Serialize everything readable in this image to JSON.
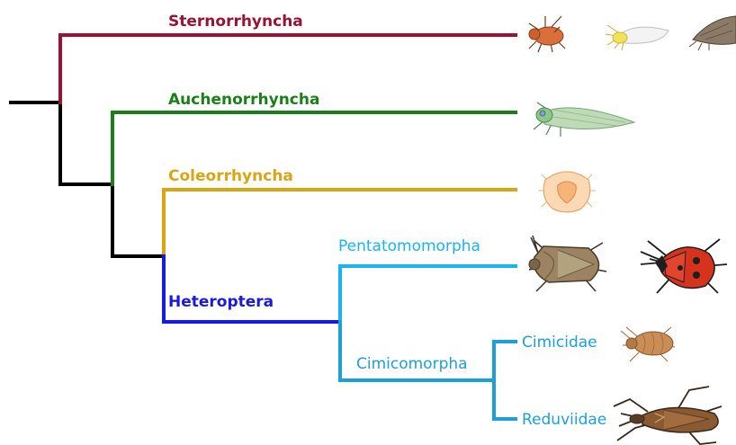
{
  "colors": {
    "root": "#000000",
    "sternorrhyncha": "#9b1233",
    "auchenorrhyncha": "#1a7f1a",
    "coleorrhyncha": "#d8a514",
    "heteroptera": "#1a1adf",
    "pentatomomorpha": "#19b3f2",
    "cimicomorpha": "#1d9fd8"
  },
  "taxa": {
    "sternorrhyncha": "Sternorrhyncha",
    "auchenorrhyncha": "Auchenorrhyncha",
    "coleorrhyncha": "Coleorrhyncha",
    "heteroptera": "Heteroptera",
    "pentatomomorpha": "Pentatomomorpha",
    "cimicomorpha": "Cimicomorpha",
    "cimicidae": "Cimicidae",
    "reduviidae": "Reduviidae"
  },
  "illustrations": [
    {
      "name": "aphid-illustration",
      "group": "sternorrhyncha"
    },
    {
      "name": "whitefly-illustration",
      "group": "sternorrhyncha"
    },
    {
      "name": "psyllid-illustration",
      "group": "sternorrhyncha"
    },
    {
      "name": "leafhopper-illustration",
      "group": "auchenorrhyncha"
    },
    {
      "name": "moss-bug-illustration",
      "group": "coleorrhyncha"
    },
    {
      "name": "stink-bug-illustration",
      "group": "pentatomomorpha"
    },
    {
      "name": "firebug-illustration",
      "group": "pentatomomorpha"
    },
    {
      "name": "bed-bug-illustration",
      "group": "cimicidae"
    },
    {
      "name": "assassin-bug-illustration",
      "group": "reduviidae"
    }
  ]
}
